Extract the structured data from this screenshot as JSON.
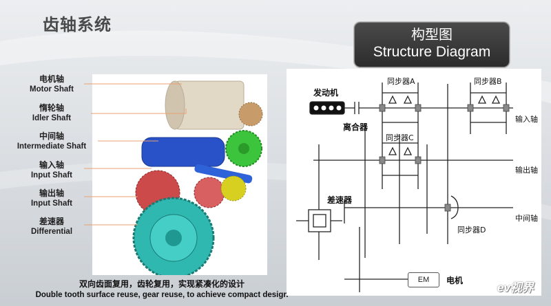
{
  "title": "齿轴系统",
  "left_labels": [
    {
      "cn": "电机轴",
      "en": "Motor Shaft"
    },
    {
      "cn": "惰轮轴",
      "en": "Idler Shaft"
    },
    {
      "cn": "中间轴",
      "en": "Intermediate Shaft"
    },
    {
      "cn": "输入轴",
      "en": "Input Shaft"
    },
    {
      "cn": "输出轴",
      "en": "Input Shaft"
    },
    {
      "cn": "差速器",
      "en": "Differential"
    }
  ],
  "caption": {
    "cn": "双向齿面复用，齿轮复用，实现紧凑化的设计",
    "en": "Double tooth surface reuse, gear reuse, to achieve compact design"
  },
  "diagram": {
    "header_cn": "构型图",
    "header_en": "Structure Diagram",
    "engine": "发动机",
    "clutch": "离合器",
    "sync_a": "同步器A",
    "sync_b": "同步器B",
    "sync_c": "同步器C",
    "sync_d": "同步器D",
    "input_shaft": "输入轴",
    "output_shaft": "输出轴",
    "intermediate_shaft": "中间轴",
    "differential": "差速器",
    "em": "EM",
    "motor": "电机"
  },
  "watermark": "ev视界",
  "colors": {
    "motor": "#e6dccb",
    "gear_bronze": "#c8a070",
    "gear_green": "#3cc43c",
    "shaft_blue": "#2a52c8",
    "gear_red": "#cc4a4a",
    "gear_yellow": "#d8d020",
    "gear_cyan": "#2fb8b0"
  }
}
